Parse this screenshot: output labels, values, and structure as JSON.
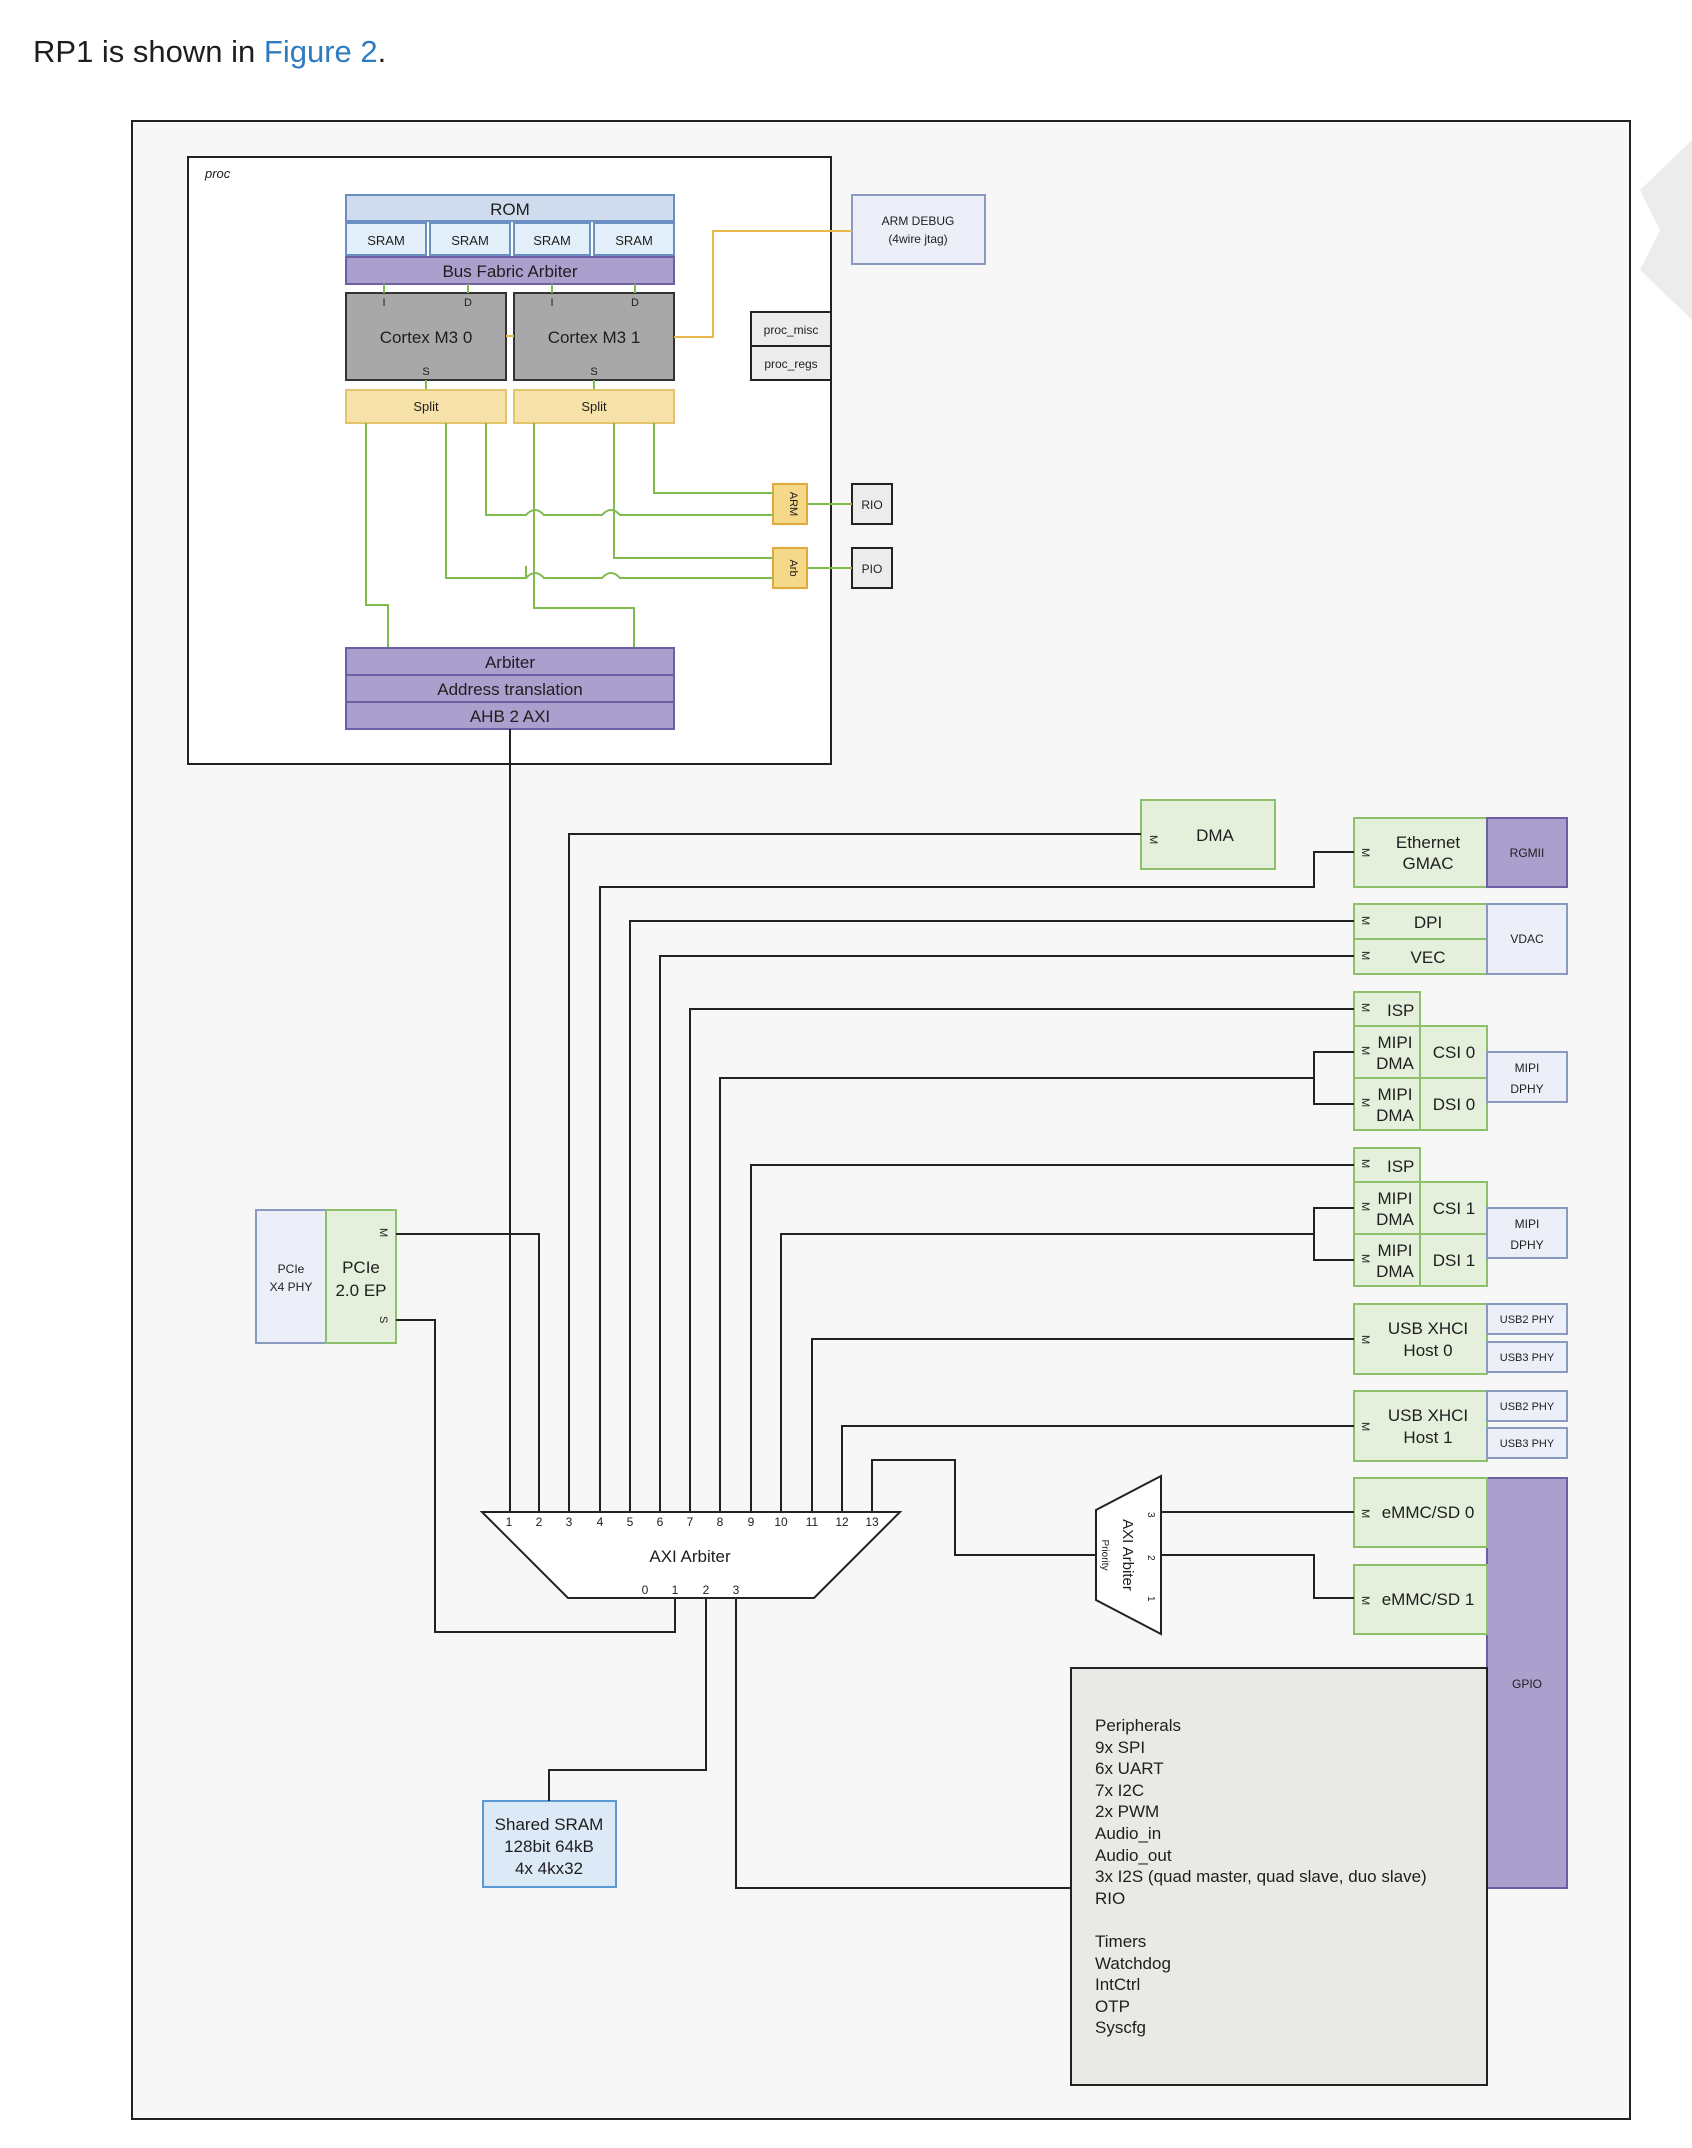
{
  "intro": {
    "prefix": "RP1 is shown in ",
    "link": "Figure 2",
    "suffix": "."
  },
  "diagram": {
    "proc_label": "proc",
    "rom": "ROM",
    "sram": "SRAM",
    "bus_fabric": "Bus Fabric Arbiter",
    "cortex0": "Cortex M3 0",
    "cortex1": "Cortex M3 1",
    "split": "Split",
    "pin_i": "I",
    "pin_d": "D",
    "pin_s": "S",
    "pin_m": "M",
    "arm_debug_1": "ARM DEBUG",
    "arm_debug_2": "(4wire jtag)",
    "proc_misc": "proc_misc",
    "proc_regs": "proc_regs",
    "arm": "ARM",
    "arb": "Arb",
    "rio": "RIO",
    "pio": "PIO",
    "arbiter": "Arbiter",
    "address_translation": "Address translation",
    "ahb2axi": "AHB 2 AXI",
    "dma": "DMA",
    "ethernet_1": "Ethernet",
    "ethernet_2": "GMAC",
    "rgmii": "RGMII",
    "dpi": "DPI",
    "vec": "VEC",
    "vdac": "VDAC",
    "isp": "ISP",
    "mipi": "MIPI",
    "dma_short": "DMA",
    "csi0": "CSI 0",
    "dsi0": "DSI 0",
    "csi1": "CSI 1",
    "dsi1": "DSI 1",
    "mipi_phy_1": "MIPI",
    "mipi_phy_2": "DPHY",
    "usb0_1": "USB XHCI",
    "usb0_2": "Host 0",
    "usb1_1": "USB XHCI",
    "usb1_2": "Host 1",
    "usb2_phy": "USB2 PHY",
    "usb3_phy": "USB3 PHY",
    "pcie_phy_1": "PCIe",
    "pcie_phy_2": "X4 PHY",
    "pcie_ep_1": "PCIe",
    "pcie_ep_2": "2.0 EP",
    "axi_arbiter": "AXI Arbiter",
    "axi_ports_top": [
      "1",
      "2",
      "3",
      "4",
      "5",
      "6",
      "7",
      "8",
      "9",
      "10",
      "11",
      "12",
      "13"
    ],
    "axi_ports_bottom": [
      "0",
      "1",
      "2",
      "3"
    ],
    "axi_arbiter_small": "AXI Arbiter",
    "priority": "Priority",
    "small_ports": [
      "3",
      "2",
      "1"
    ],
    "emmc0": "eMMC/SD 0",
    "emmc1": "eMMC/SD 1",
    "gpio": "GPIO",
    "shared_sram_1": "Shared SRAM",
    "shared_sram_2": "128bit 64kB",
    "shared_sram_3": "4x 4kx32",
    "peripherals": [
      "Peripherals",
      "9x SPI",
      "6x UART",
      "7x I2C",
      "2x PWM",
      "Audio_in",
      "Audio_out",
      "3x I2S (quad master, quad slave, duo slave)",
      "RIO",
      "",
      "Timers",
      "Watchdog",
      "IntCtrl",
      "OTP",
      "Syscfg"
    ],
    "colors": {
      "bus_blue": "#cfdcee",
      "sram_blue": "#e2eef9",
      "purple": "#ab9fcd",
      "grey_core": "#a8a8a8",
      "split_yellow": "#f7e3aa",
      "arm_orange": "#f6d88b",
      "green_fill": "#e5f0dc",
      "green_stroke": "#8ec06c",
      "wire_green": "#7fbb4f",
      "wire_orange": "#e8b84a",
      "pale_blue": "#eceff8",
      "sram_box": "#dce9f7",
      "periph_grey": "#e9e9e6",
      "canvas": "#f7f7f7"
    }
  }
}
